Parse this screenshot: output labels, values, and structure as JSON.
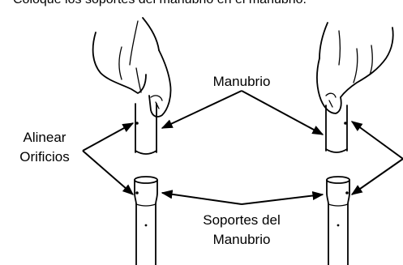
{
  "header_text": "Coloque los soportes del manubrio en el manubrio.",
  "labels": {
    "handlebar": "Manubrio",
    "align_holes_line1": "Alinear",
    "align_holes_line2": "Orificios",
    "supports_line1": "Soportes del",
    "supports_line2": "Manubrio"
  },
  "colors": {
    "ink": "#000000",
    "background": "#ffffff"
  }
}
